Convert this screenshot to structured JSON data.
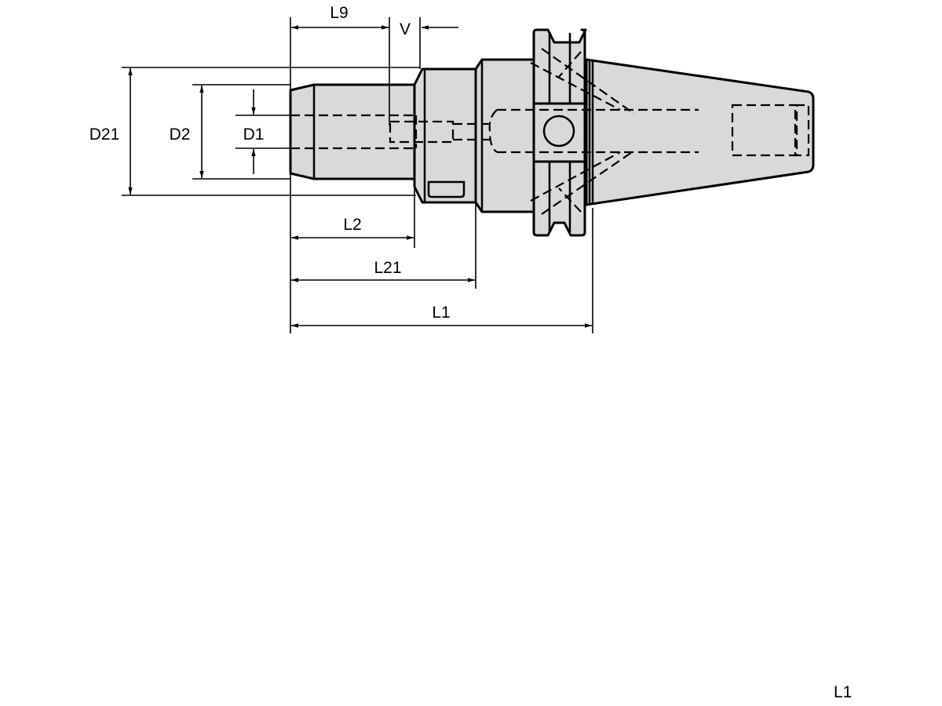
{
  "drawing": {
    "subject": "BT/CAT taper tool holder with cylindrical shank",
    "body_fill": "#d9d9d9",
    "line_color": "#000000",
    "dimensions": {
      "L9": "L9",
      "V": "V",
      "D21": "D21",
      "D2": "D2",
      "D1": "D1",
      "L2": "L2",
      "L21": "L21",
      "L1": "L1"
    },
    "corner_label": "L1"
  }
}
